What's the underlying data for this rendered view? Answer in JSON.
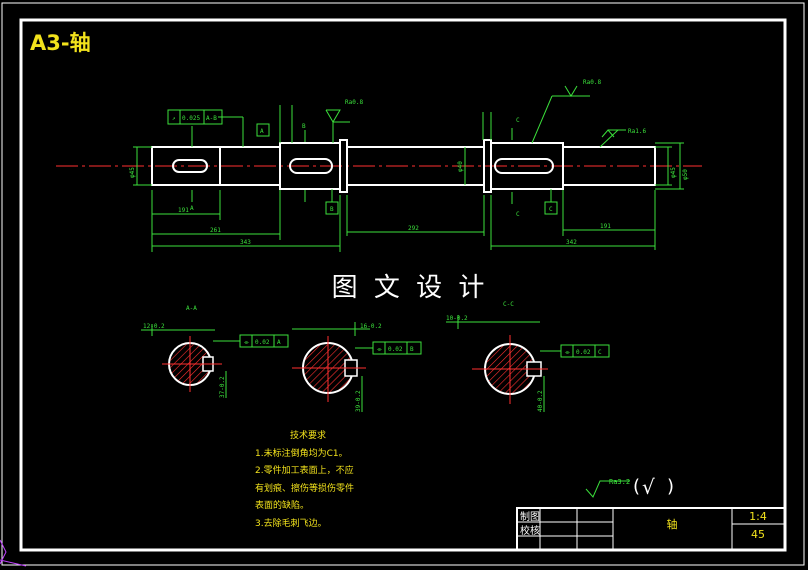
{
  "sheet_title": "A3-轴",
  "watermark": "图 文 设 计",
  "colors": {
    "background": "#000000",
    "border": "#ffffff",
    "dimension": "#3be03b",
    "centerline": "#ff3030",
    "hatch": "#ff3030",
    "title_accent": "#f2e21c"
  },
  "main_view": {
    "dims": {
      "d1": "261",
      "d2": "343",
      "d3": "292",
      "d4": "342",
      "d5": "191",
      "d6": "191",
      "d7": "φ45",
      "d8": "φ40",
      "d9": "φ45",
      "d10": "φ50"
    },
    "labels": {
      "tol": "0.025",
      "ref": "A-B",
      "sec_a": "A",
      "sec_b": "B",
      "sec_c": "C",
      "sec_c2": "C",
      "datum_a": "A",
      "datum_b": "B",
      "datum_c": "C",
      "rough1": "Ra0.8",
      "rough2": "Ra0.8",
      "rough3": "Ra1.6"
    }
  },
  "sections": [
    {
      "title": "A-A",
      "tol": "0.02",
      "datum": "A",
      "width": "12-0.2",
      "depth": "37-0.2"
    },
    {
      "title": "",
      "tol": "0.02",
      "datum": "B",
      "width": "16-0.2",
      "depth": "39-0.2"
    },
    {
      "title": "C-C",
      "tol": "0.02",
      "datum": "C",
      "width": "10-0.2",
      "depth": "40-0.2"
    }
  ],
  "notes": {
    "heading": "技术要求",
    "lines": [
      "1.未标注倒角均为C1。",
      "2.零件加工表面上，不应",
      "有划痕、擦伤等损伤零件",
      "表面的缺陷。",
      "3.去除毛刺飞边。"
    ]
  },
  "roughness_general": {
    "label": "Ra3.2",
    "check": "√"
  },
  "title_block": {
    "row1": "制图",
    "row2": "校核",
    "part_name": "轴",
    "scale": "1:4",
    "material": "45"
  }
}
